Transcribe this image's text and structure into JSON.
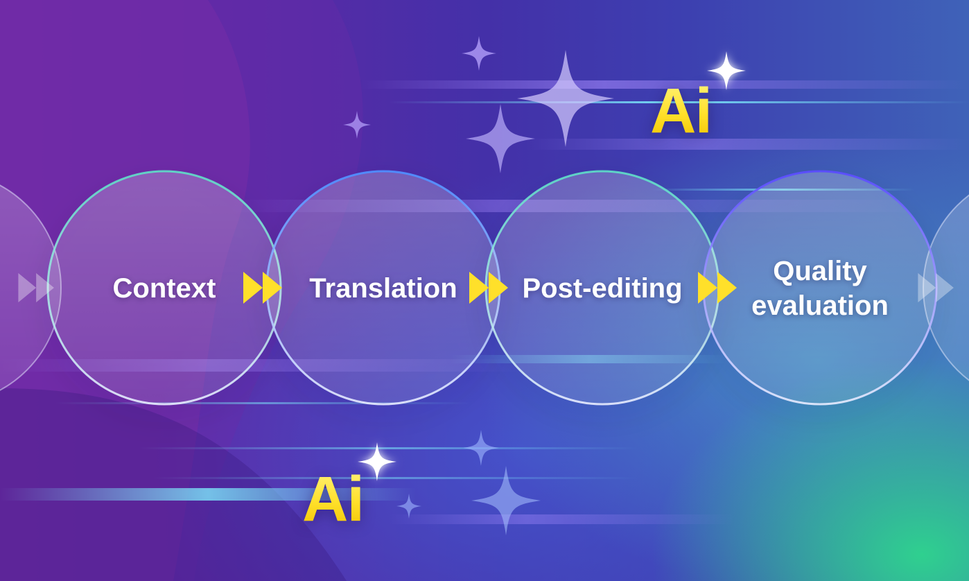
{
  "steps": [
    {
      "label": "Context"
    },
    {
      "label": "Translation"
    },
    {
      "label": "Post-editing"
    },
    {
      "label": "Quality evaluation",
      "line1": "Quality",
      "line2": "evaluation"
    }
  ],
  "badges": {
    "top": "Ai",
    "bottom": "Ai"
  },
  "colors": {
    "accent_yellow": "#ffe02a",
    "purple": "#6a2aa8",
    "indigo": "#4430a8",
    "green": "#2fd08f"
  },
  "icons": [
    "sparkle-icon",
    "double-chevron-icon"
  ]
}
